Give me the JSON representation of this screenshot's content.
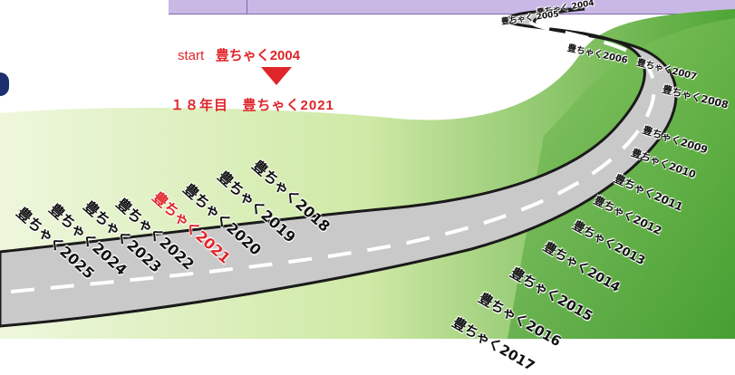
{
  "caption": {
    "start_prefix": "start",
    "start_name": "豊ちゃく2004",
    "year_prefix": "１８年目",
    "year_name": "豊ちゃく2021"
  },
  "milestones": [
    {
      "label": "豊ちゃく 2004"
    },
    {
      "label": "豊ちゃく 2005"
    },
    {
      "label": "豊ちゃく2006"
    },
    {
      "label": "豊ちゃく2007"
    },
    {
      "label": "豊ちゃく2008"
    },
    {
      "label": "豊ちゃく2009"
    },
    {
      "label": "豊ちゃく2010"
    },
    {
      "label": "豊ちゃく2011"
    },
    {
      "label": "豊ちゃく2012"
    },
    {
      "label": "豊ちゃく2013"
    },
    {
      "label": "豊ちゃく2014"
    },
    {
      "label": "豊ちゃく2015"
    },
    {
      "label": "豊ちゃく2016"
    },
    {
      "label": "豊ちゃく2017"
    },
    {
      "label": "豊ちゃく2018"
    },
    {
      "label": "豊ちゃく2019"
    },
    {
      "label": "豊ちゃく2020"
    },
    {
      "label": "豊ちゃく2021"
    },
    {
      "label": "豊ちゃく2022"
    },
    {
      "label": "豊ちゃく2023"
    },
    {
      "label": "豊ちゃく2024"
    },
    {
      "label": "豊ちゃく2025"
    }
  ],
  "colors": {
    "grass_light": "#d9efb4",
    "grass_dark": "#5aae3c",
    "road": "#c9c9c9",
    "road_edge": "#1a1a1a",
    "dash": "#ffffff",
    "highlight": "#e0252a",
    "label": "#111111"
  }
}
